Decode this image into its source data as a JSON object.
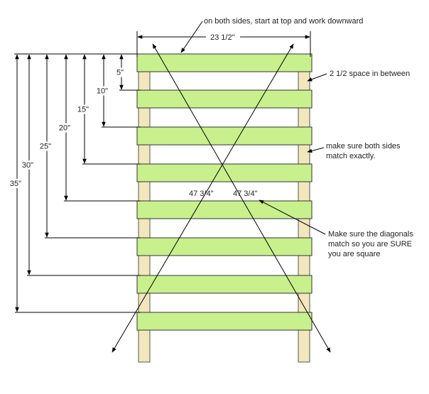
{
  "colors": {
    "slat_fill": "#c8f08c",
    "slat_stroke": "#333333",
    "leg_fill": "#f2e6bd",
    "leg_stroke": "#555555",
    "line": "#000000",
    "background": "#ffffff"
  },
  "dimensions": {
    "width_label": "23 1/2\"",
    "diagonal_left_label": "47 3/4\"",
    "diagonal_right_label": "47 3/4\"",
    "left_offsets": [
      "5\"",
      "10\"",
      "15\"",
      "20\"",
      "25\"",
      "30\"",
      "35\""
    ]
  },
  "annotations": {
    "top_note": "on both sides, start at top and work downward",
    "spacing_note": "2 1/2 space in between",
    "match_note": [
      "make sure both sides",
      "match exactly."
    ],
    "diagonal_note": [
      "Make sure the diagonals",
      "match so you are SURE",
      "you are square"
    ]
  }
}
